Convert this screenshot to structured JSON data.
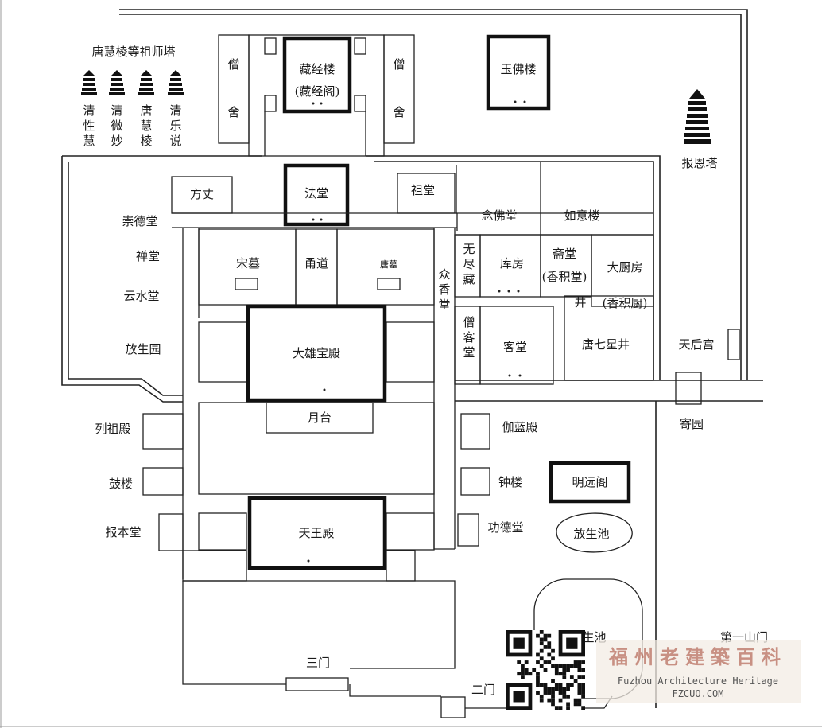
{
  "left_pagodas": {
    "title": "唐慧棱等祖师塔",
    "names": [
      "清性慧",
      "清微妙",
      "唐慧棱",
      "清乐说"
    ]
  },
  "right_pagoda": "报恩塔",
  "buildings": {
    "sengshe_left": "僧舍",
    "sengshe_right": "僧舍",
    "cangjinglou": "藏经楼",
    "cangjingge": "(藏经阁)",
    "yufolou": "玉佛楼",
    "fangzhang": "方丈",
    "fatang": "法堂",
    "zutang": "祖堂",
    "nianfotang": "念佛堂",
    "ruyilou": "如意楼",
    "chongdetang": "崇德堂",
    "chantang": "禅堂",
    "yunshuitang": "云水堂",
    "fangshengyuan": "放生园",
    "songmu": "宋墓",
    "yongdao": "甬道",
    "tangmu": "唐墓",
    "zhongxiangtang": "众香堂",
    "wujinzang": "无尽藏",
    "kufang": "库房",
    "zhaitang": "斋堂",
    "xiangjitang": "(香积堂)",
    "dachufang": "大厨房",
    "xiangjichu": "(香积厨)",
    "jing": "井",
    "sengketang": "僧客堂",
    "ketang": "客堂",
    "tangqixingjing": "唐七星井",
    "tianhougong": "天后宫",
    "daxiongbaodian": "大雄宝殿",
    "yuetai": "月台",
    "liezudian": "列祖殿",
    "qielandian": "伽蓝殿",
    "jiyuan": "寄园",
    "gulou": "鼓楼",
    "zhonglou": "钟楼",
    "mingyuange": "明远阁",
    "baobentang": "报本堂",
    "tianwangdian": "天王殿",
    "gongdetang": "功德堂",
    "fangshengchi_upper": "放生池",
    "fangshengchi_lower": "放生池",
    "sanmen": "三门",
    "ermen": "二门",
    "diyishanmen": "第一山门"
  },
  "watermark": {
    "chinese": "福州老建築百科",
    "english": "Fuzhou Architecture Heritage",
    "url": "FZCUO.COM"
  }
}
